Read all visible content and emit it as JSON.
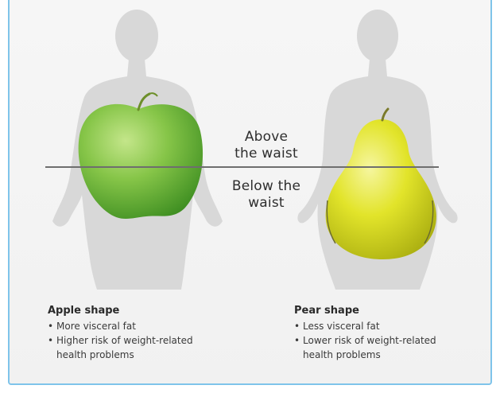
{
  "labels": {
    "above": [
      "Above",
      "the waist"
    ],
    "below": [
      "Below the",
      "waist"
    ]
  },
  "apple": {
    "title": "Apple shape",
    "bullets": [
      "More visceral fat",
      "Higher risk of weight-related",
      "health problems"
    ]
  },
  "pear": {
    "title": "Pear shape",
    "bullets": [
      "Less visceral fat",
      "Lower risk of weight-related",
      "health problems"
    ]
  },
  "colors": {
    "silhouette": "#d6d6d6",
    "apple": "#7cc142",
    "pear": "#dfe11f",
    "waist_line": "#6e6e6e",
    "frame": "#7fc4ea"
  }
}
